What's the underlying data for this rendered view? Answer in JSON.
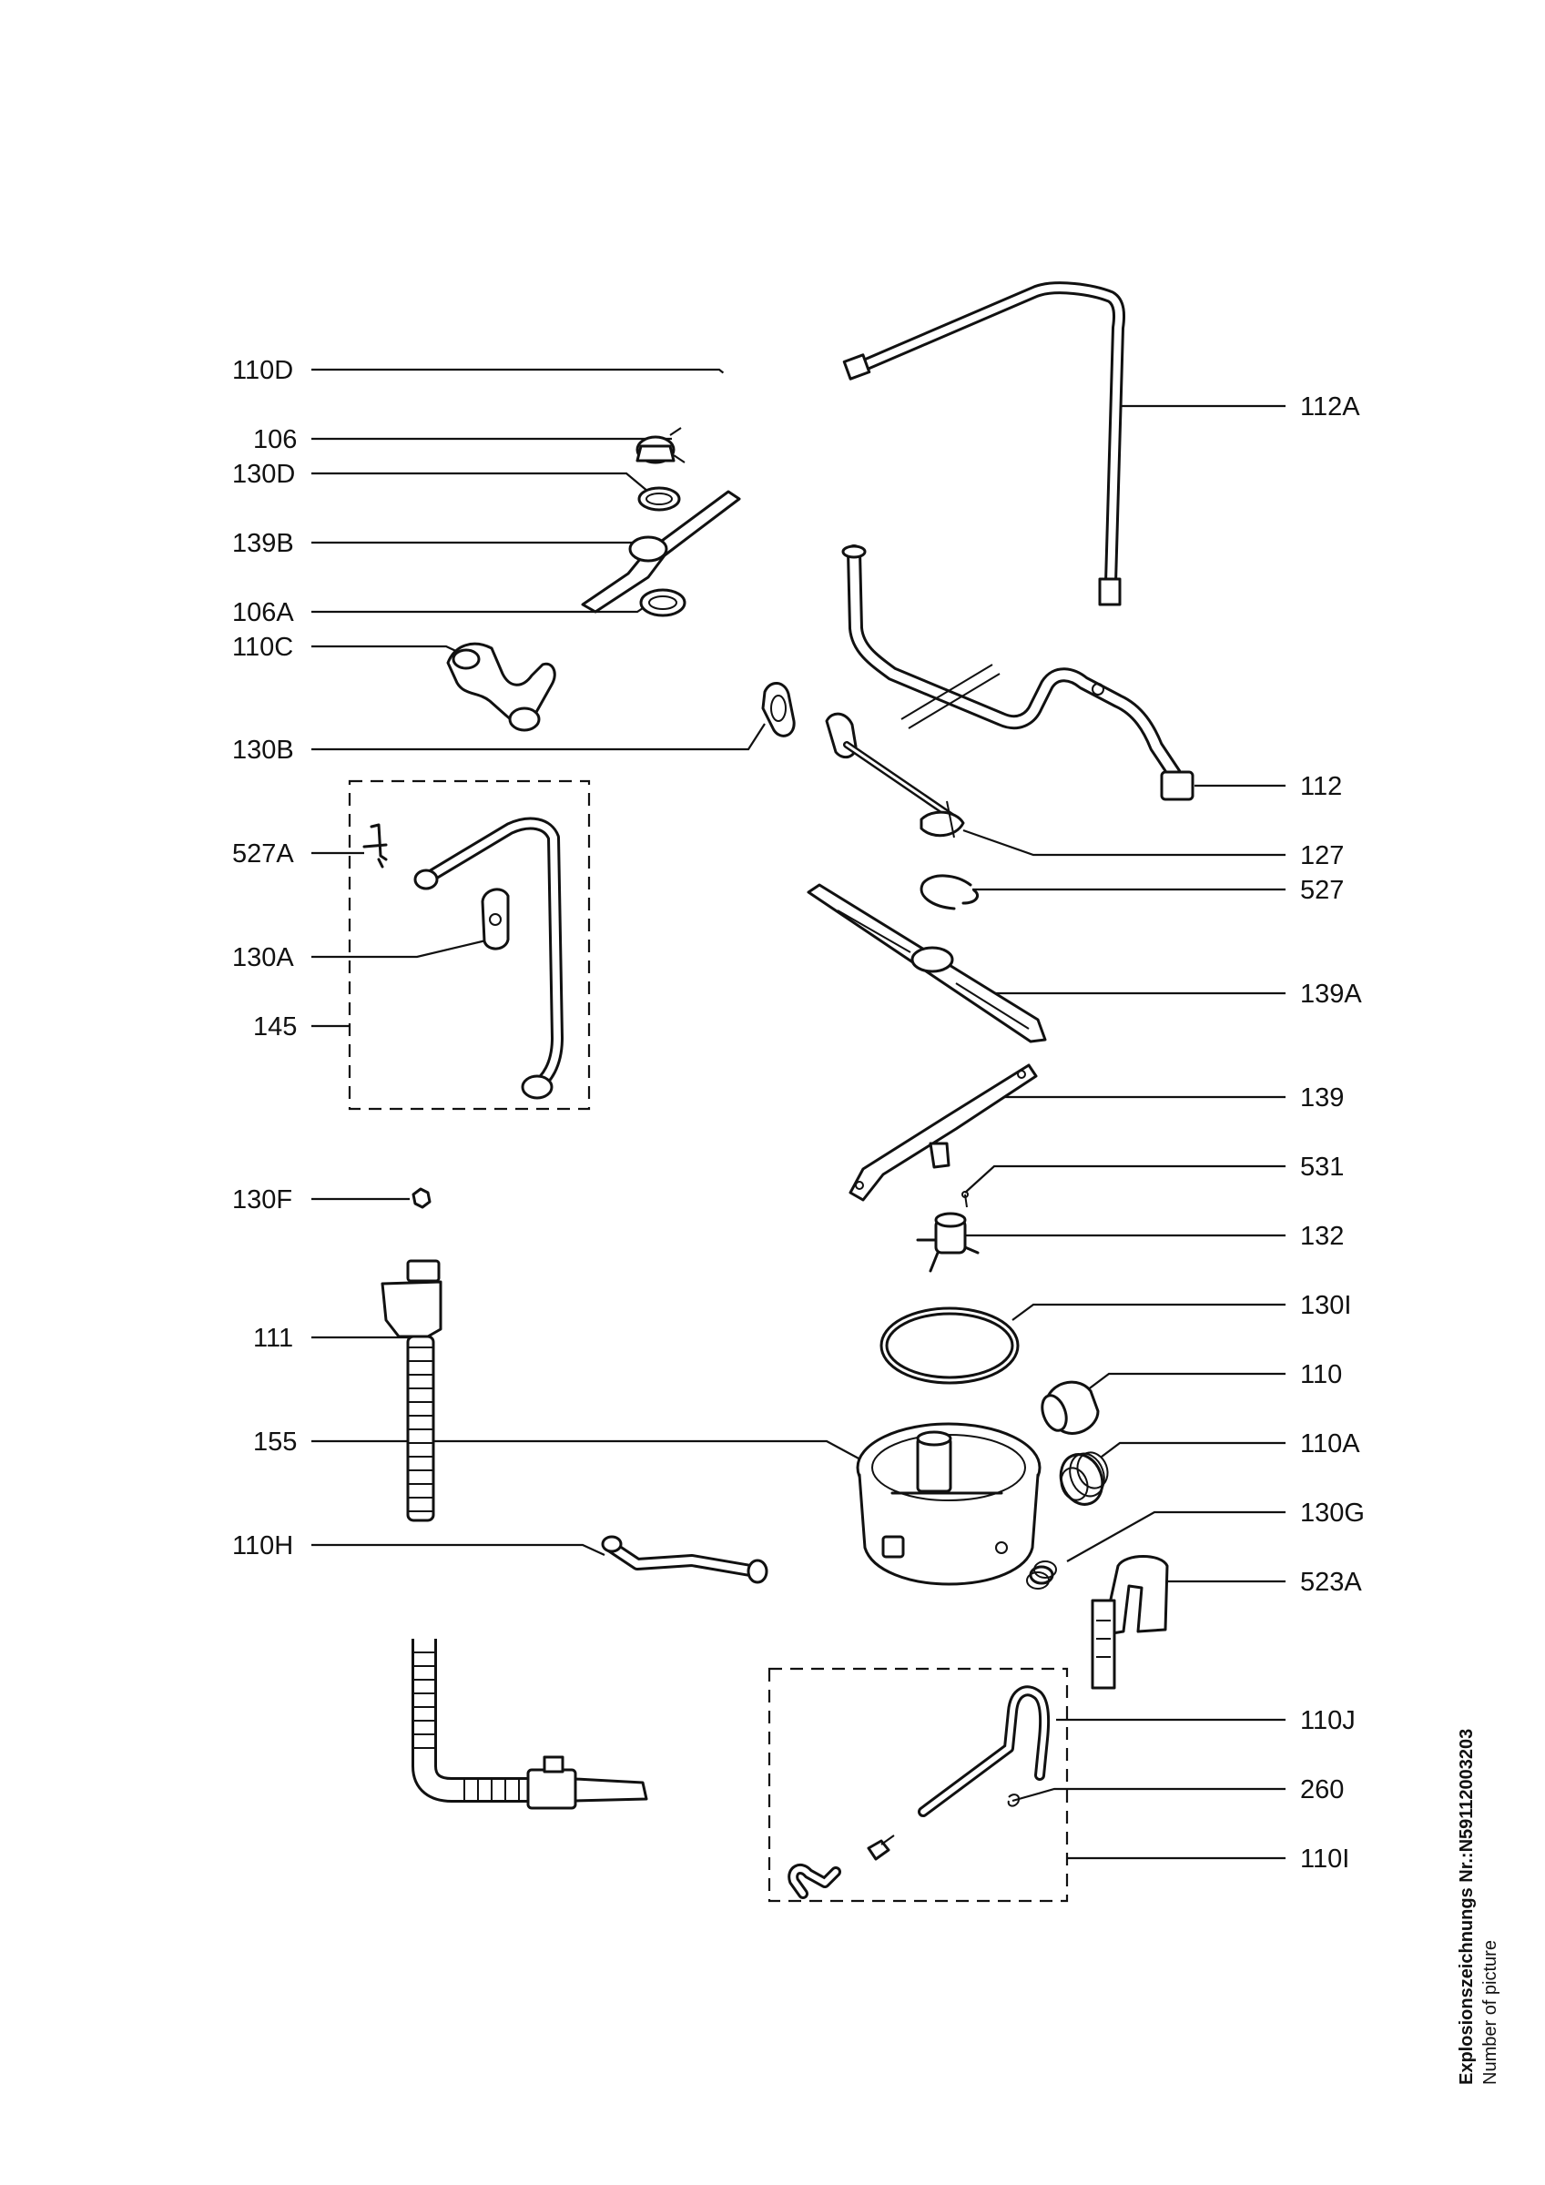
{
  "diagram": {
    "labels": {
      "l110D": "110D",
      "l106": "106",
      "l130D": "130D",
      "l139B": "139B",
      "l106A": "106A",
      "l110C": "110C",
      "l130B": "130B",
      "l527A": "527A",
      "l130A": "130A",
      "l145": "145",
      "l130F": "130F",
      "l111": "111",
      "l155": "155",
      "l110H": "110H",
      "l112A": "112A",
      "l112": "112",
      "l127": "127",
      "l527": "527",
      "l139A": "139A",
      "l139": "139",
      "l531": "531",
      "l132": "132",
      "l130I": "130I",
      "l110": "110",
      "l110A": "110A",
      "l130G": "130G",
      "l523A": "523A",
      "l110J": "110J",
      "l260": "260",
      "l110I": "110I"
    },
    "side_title": "Explosionszeichnungs  Nr.:N59112003203",
    "side_subtitle": "Number of picture"
  }
}
